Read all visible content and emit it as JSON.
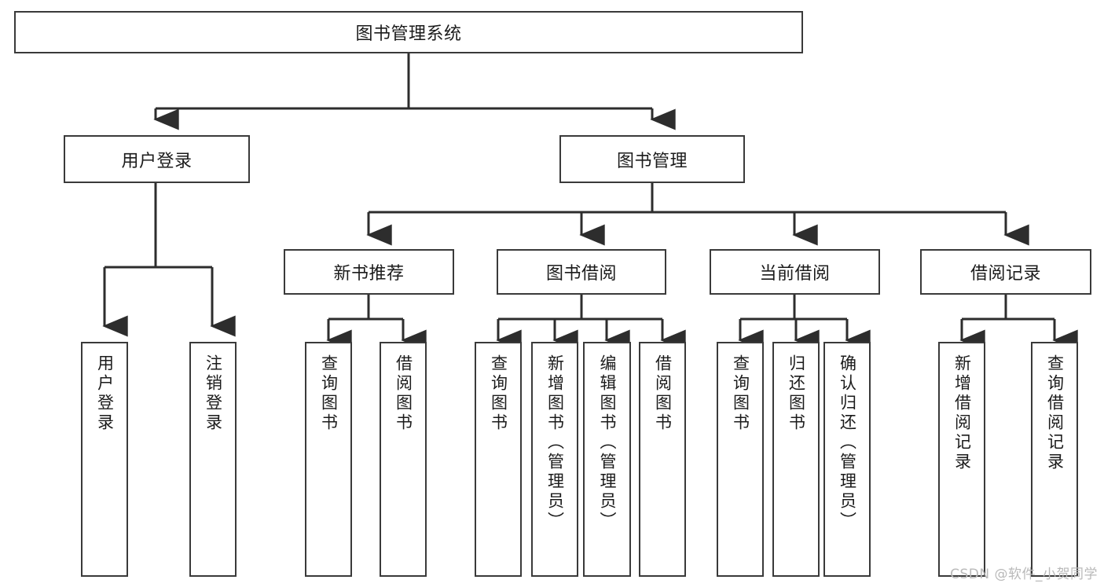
{
  "diagram": {
    "type": "tree",
    "title": "图书管理系统",
    "root": {
      "id": "root",
      "label": "图书管理系统",
      "orientation": "horizontal"
    },
    "level1": [
      {
        "id": "user-login",
        "label": "用户登录",
        "orientation": "horizontal"
      },
      {
        "id": "book-manage",
        "label": "图书管理",
        "orientation": "horizontal"
      }
    ],
    "level2": [
      {
        "id": "new-book-recommend",
        "label": "新书推荐",
        "orientation": "horizontal",
        "parent": "book-manage"
      },
      {
        "id": "book-borrow",
        "label": "图书借阅",
        "orientation": "horizontal",
        "parent": "book-manage"
      },
      {
        "id": "current-borrow",
        "label": "当前借阅",
        "orientation": "horizontal",
        "parent": "book-manage"
      },
      {
        "id": "borrow-record",
        "label": "借阅记录",
        "orientation": "horizontal",
        "parent": "book-manage"
      }
    ],
    "leaves": [
      {
        "id": "leaf-user-login",
        "label": "用户登录",
        "parent": "user-login"
      },
      {
        "id": "leaf-user-logout",
        "label": "注销登录",
        "parent": "user-login"
      },
      {
        "id": "leaf-query-book-1",
        "label": "查询图书",
        "parent": "new-book-recommend"
      },
      {
        "id": "leaf-borrow-book-1",
        "label": "借阅图书",
        "parent": "new-book-recommend"
      },
      {
        "id": "leaf-query-book-2",
        "label": "查询图书",
        "parent": "book-borrow"
      },
      {
        "id": "leaf-add-book",
        "label": "新增图书（管理员）",
        "parent": "book-borrow"
      },
      {
        "id": "leaf-edit-book",
        "label": "编辑图书（管理员）",
        "parent": "book-borrow"
      },
      {
        "id": "leaf-borrow-book-2",
        "label": "借阅图书",
        "parent": "book-borrow"
      },
      {
        "id": "leaf-query-book-3",
        "label": "查询图书",
        "parent": "current-borrow"
      },
      {
        "id": "leaf-return-book",
        "label": "归还图书",
        "parent": "current-borrow"
      },
      {
        "id": "leaf-confirm-return",
        "label": "确认归还（管理员）",
        "parent": "current-borrow"
      },
      {
        "id": "leaf-add-record",
        "label": "新增借阅记录",
        "parent": "borrow-record"
      },
      {
        "id": "leaf-query-record",
        "label": "查询借阅记录",
        "parent": "borrow-record"
      }
    ],
    "colors": {
      "border": "#3a3a3a",
      "line": "#2d2d2d",
      "background": "#ffffff",
      "text": "#1b1b1b",
      "watermark": "#b9b9b9"
    }
  },
  "watermark": {
    "text": "CSDN @软件_小贺同学"
  }
}
